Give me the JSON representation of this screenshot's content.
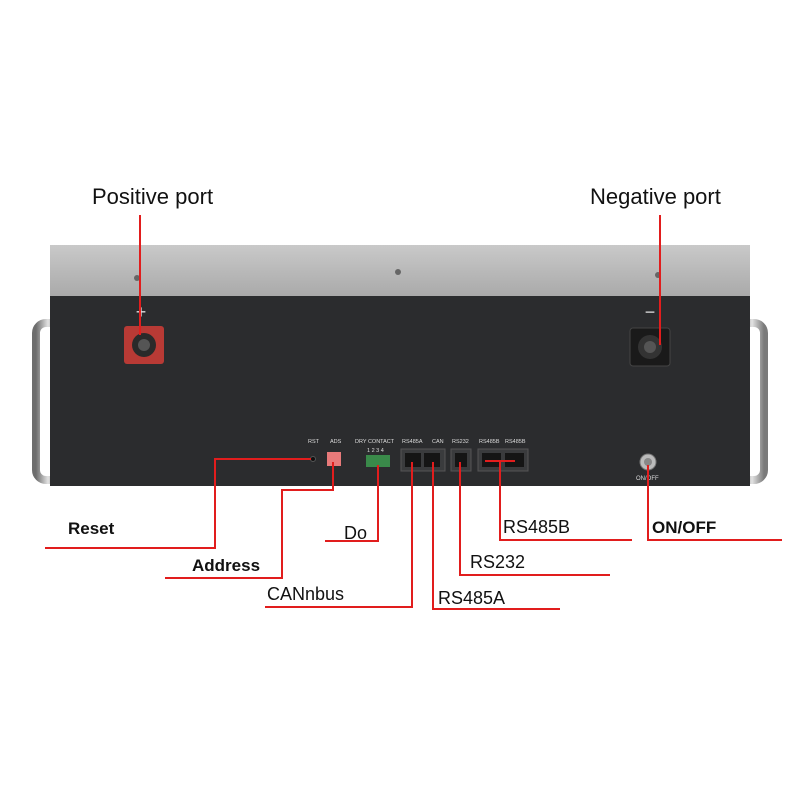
{
  "labels": {
    "positive_port": "Positive port",
    "negative_port": "Negative port",
    "reset": "Reset",
    "address": "Address",
    "do": "Do",
    "canbus": "CANnbus",
    "rs485a": "RS485A",
    "rs232": "RS232",
    "rs485b": "RS485B",
    "on_off": "ON/OFF"
  },
  "panel": {
    "plus": "+",
    "minus": "−",
    "rst": "RST",
    "ads": "ADS",
    "dry_contact": "DRY CONTACT",
    "pins": "1 2 3 4",
    "rs485a": "RS485A",
    "can": "CAN",
    "rs232": "RS232",
    "rs485b_1": "RS485B",
    "rs485b_2": "RS485B",
    "onoff": "ON/OFF"
  },
  "colors": {
    "accent": "#e11d1d",
    "body": "#2b2c2e",
    "top_strip": "#b9b9b9"
  }
}
